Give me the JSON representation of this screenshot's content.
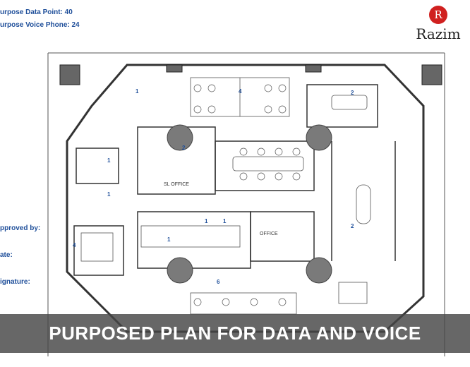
{
  "legend": {
    "data_points": "urpose Data Point: 40",
    "voice_phones": "urpose Voice Phone: 24"
  },
  "sign_off": {
    "approved_by": "pproved by:",
    "date": "ate:",
    "signature": "ignature:"
  },
  "logo": {
    "name": "Razim"
  },
  "rooms": {
    "office_a": "SL OFFICE",
    "office_b": "OFFICE"
  },
  "caption": "PURPOSED PLAN FOR DATA AND VOICE",
  "colors": {
    "caption_bg": "#464646",
    "legend_text": "#1f4f9a",
    "logo_red": "#d0201f"
  }
}
